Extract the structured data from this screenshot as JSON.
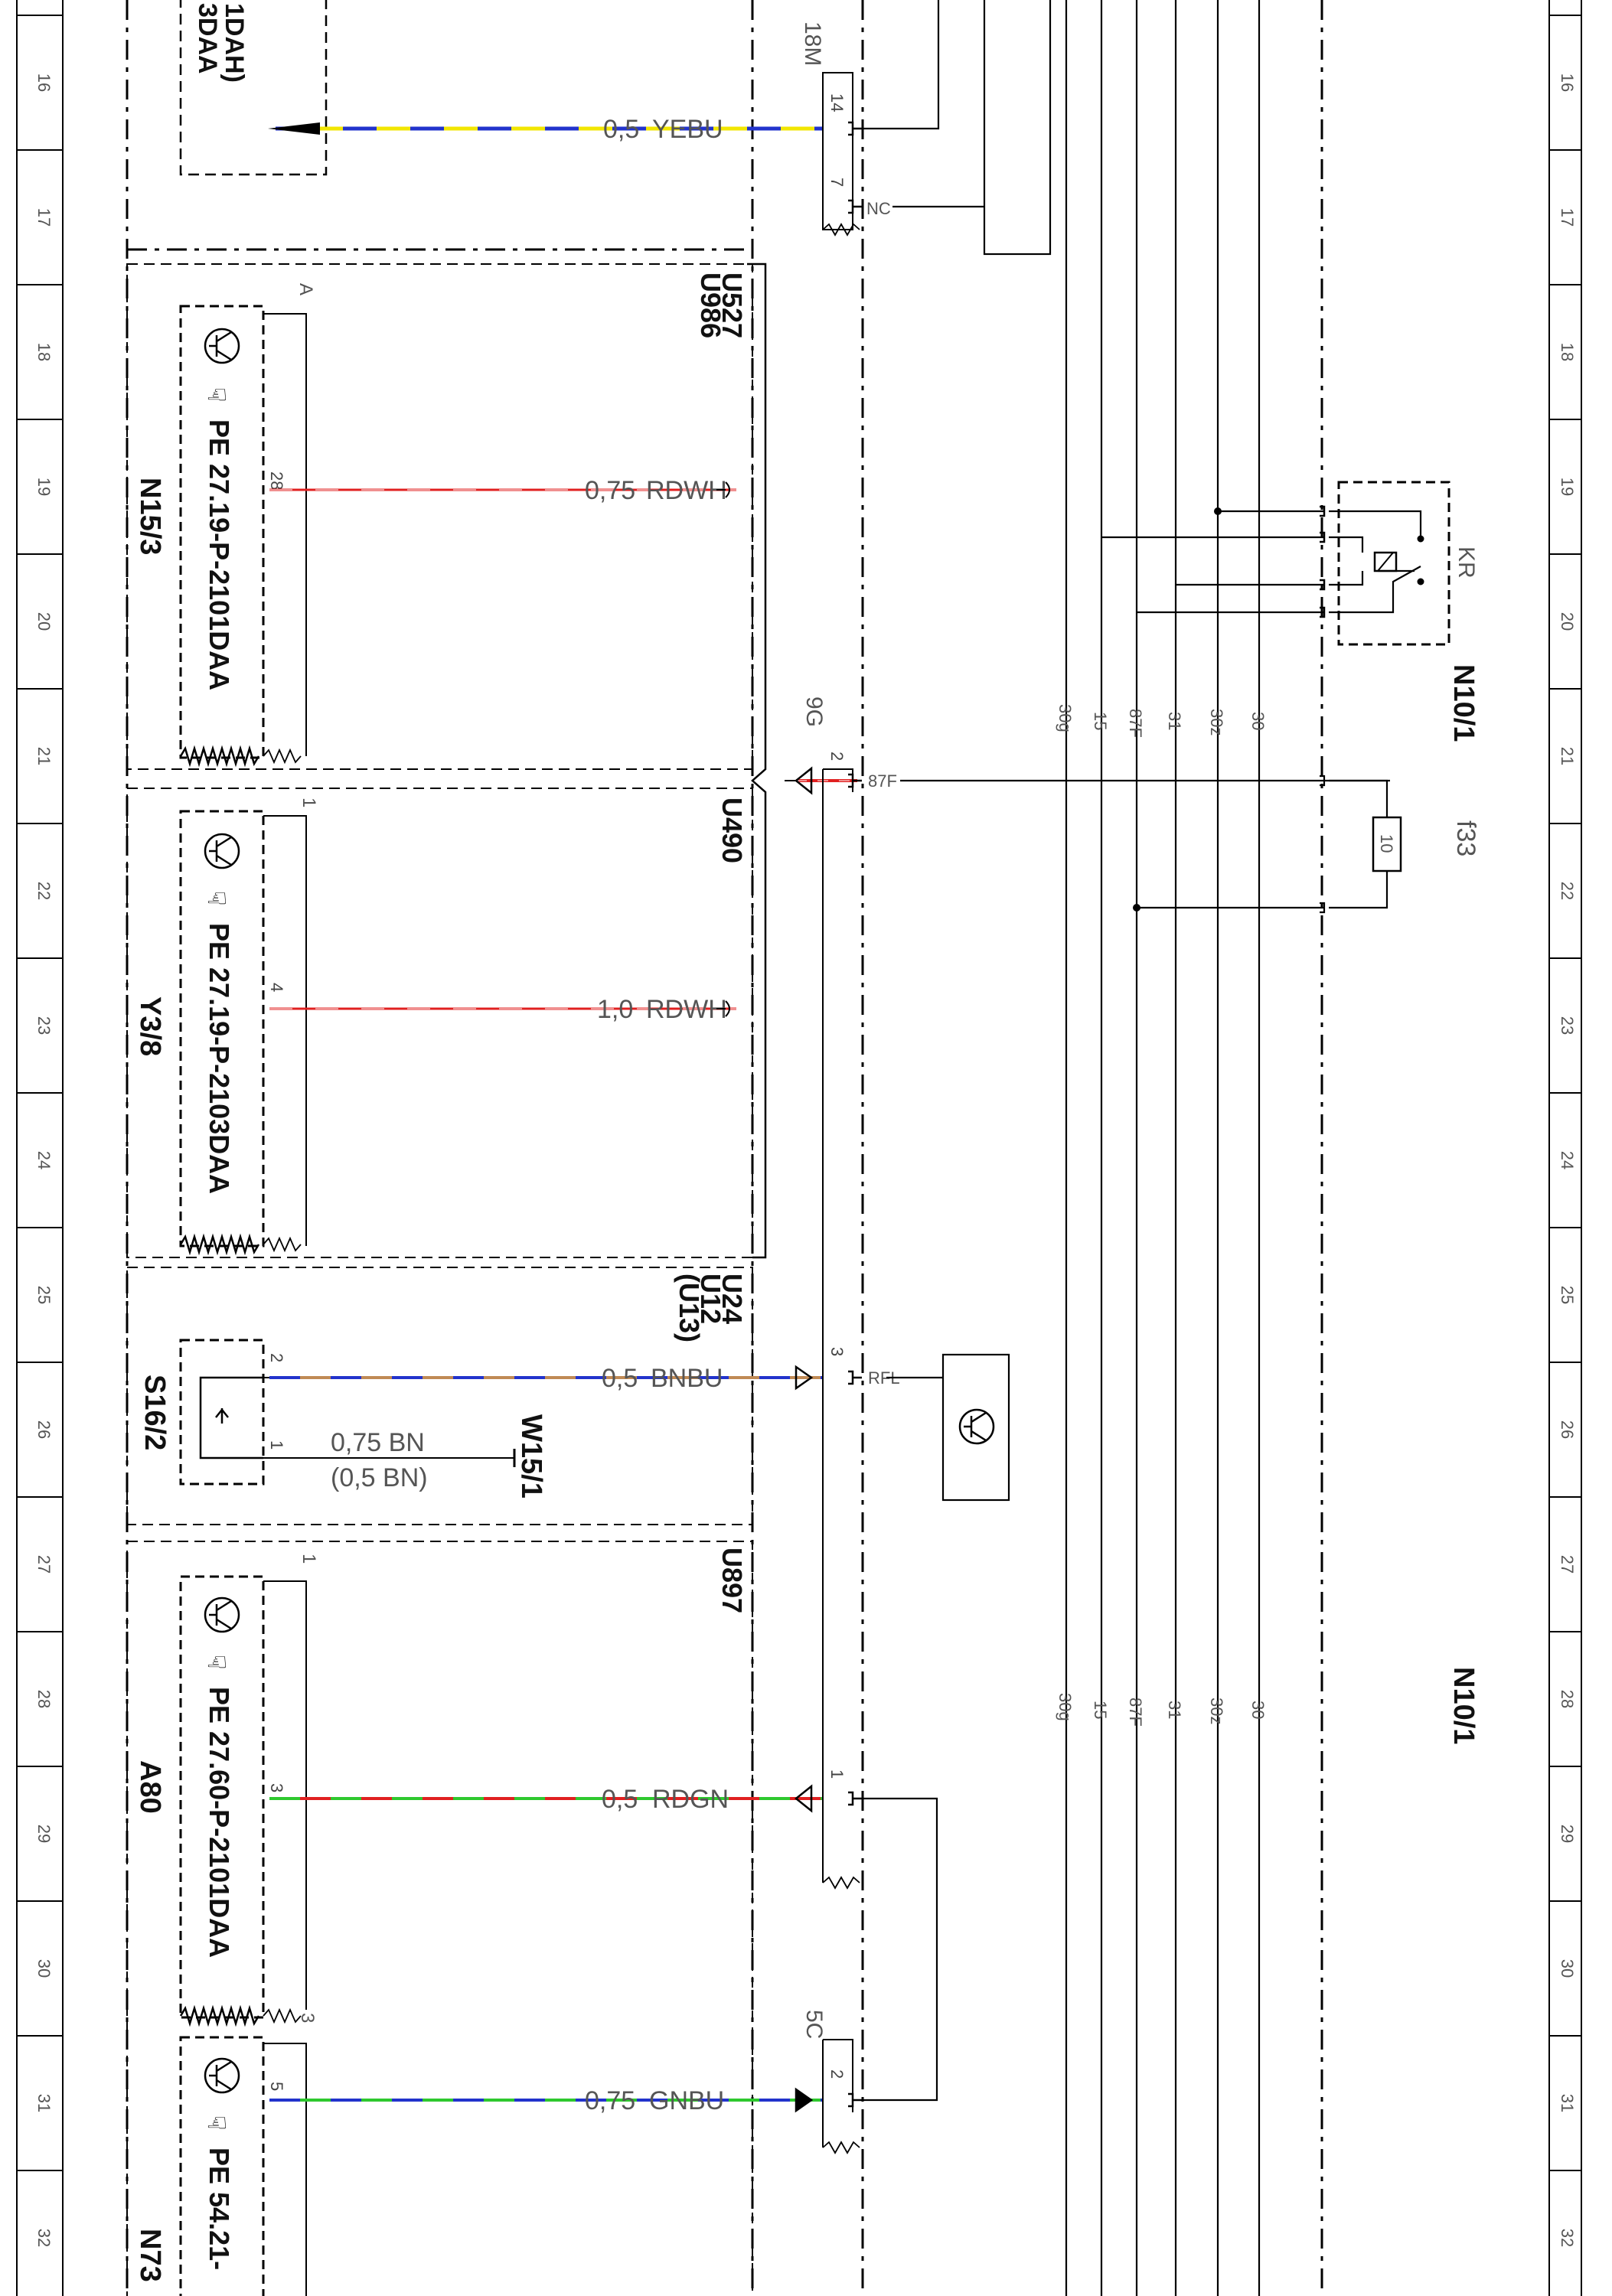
{
  "grid_numbers": [
    "16",
    "17",
    "18",
    "19",
    "20",
    "21",
    "22",
    "23",
    "24",
    "25",
    "26",
    "27",
    "28",
    "29",
    "30",
    "31",
    "32"
  ],
  "components": {
    "top_partial_line1": "3DAA",
    "top_partial_line2": "1DAH)",
    "n15_3": {
      "code": "N15/3",
      "ref": "PE 27.19-P-2101DAA",
      "pin": "28",
      "corner_pin": "A"
    },
    "y3_8": {
      "code": "Y3/8",
      "ref": "PE 27.19-P-2103DAA",
      "pin": "4",
      "corner_pin": "1"
    },
    "s16_2": {
      "code": "S16/2",
      "pin_a": "2",
      "pin_b": "1"
    },
    "a80": {
      "code": "A80",
      "ref": "PE 27.60-P-2101DAA",
      "pin": "3",
      "corner_pin": "1",
      "bottom_pin": "3"
    },
    "n73": {
      "code": "N73",
      "ref": "PE 54.21-",
      "pin": "5"
    },
    "w15_1": "W15/1",
    "n10_1_top": "N10/1",
    "n10_1_bottom": "N10/1",
    "kr": "KR",
    "f33": "f33",
    "fuse_value": "10"
  },
  "wires": [
    {
      "size": "0,5",
      "color": "YEBU"
    },
    {
      "size": "0,75",
      "color": "RDWH"
    },
    {
      "size": "1,0",
      "color": "RDWH"
    },
    {
      "size": "0,5",
      "color": "BNBU"
    },
    {
      "size": "0,75 BN",
      "color": "(0,5 BN)"
    },
    {
      "size": "0,5",
      "color": "RDGN"
    },
    {
      "size": "0,75",
      "color": "GNBU"
    }
  ],
  "wire_colors": {
    "YE": "#f2e600",
    "BU": "#2233cc",
    "RD": "#e02020",
    "WH": "#ffffff",
    "BN": "#c08a55",
    "GN": "#2ec82e"
  },
  "connectors": {
    "c18m": {
      "name": "18M",
      "pin_top": "14",
      "pin_bottom": "7",
      "nc": "NC"
    },
    "c9g": {
      "name": "9G",
      "pin": "2",
      "signal": "87F"
    },
    "rfl": {
      "pin": "3",
      "signal": "RFL"
    },
    "c1": {
      "pin": "1"
    },
    "c5c": {
      "name": "5C",
      "pin": "2"
    }
  },
  "splices": {
    "top": [
      "U527",
      "U986"
    ],
    "u490": "U490",
    "mid": [
      "U24",
      "U12",
      "(U13)"
    ],
    "u897": "U897"
  },
  "busbar_labels": [
    "30g",
    "15",
    "87F",
    "31",
    "30z",
    "30"
  ]
}
